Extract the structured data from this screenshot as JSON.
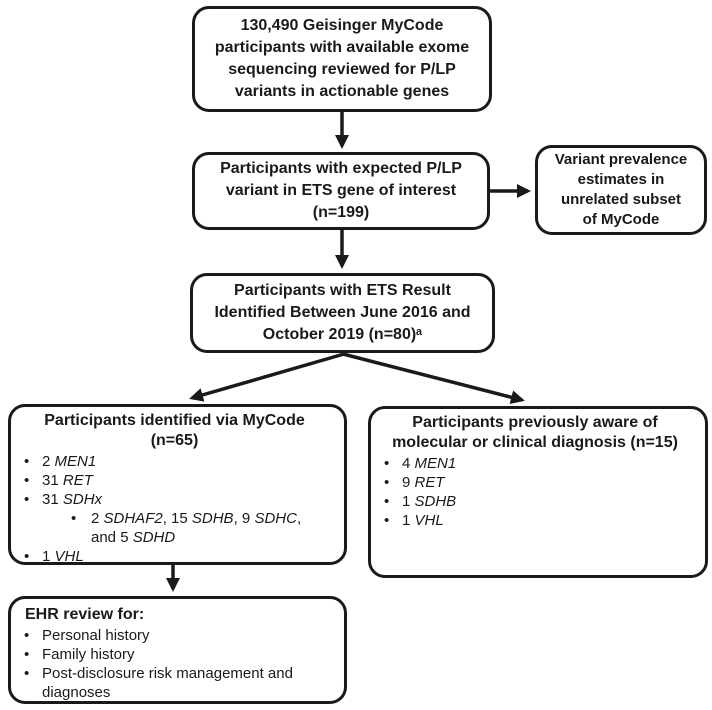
{
  "colors": {
    "line": "#1a1a1a",
    "background": "#ffffff",
    "text": "#1a1a1a"
  },
  "flow": {
    "box_top": {
      "lines": [
        "130,490 Geisinger MyCode",
        "participants with available exome",
        "sequencing reviewed for P/LP",
        "variants in actionable genes"
      ]
    },
    "box_expected_variant": {
      "lines": [
        "Participants with expected P/LP",
        "variant in ETS gene of interest",
        "(n=199)"
      ]
    },
    "box_prevalence": {
      "lines": [
        "Variant prevalence",
        "estimates in",
        "unrelated subset",
        "of MyCode"
      ]
    },
    "box_ets_result": {
      "lines": [
        "Participants with ETS Result",
        "Identified Between June 2016 and",
        "October 2019 (n=80)ᵃ"
      ]
    },
    "box_mycode_identified": {
      "title_lines": [
        "Participants identified via MyCode",
        "(n=65)"
      ],
      "bullets": [
        {
          "level": 1,
          "segments": [
            {
              "t": "2 "
            },
            {
              "t": "MEN1",
              "i": true
            }
          ]
        },
        {
          "level": 1,
          "segments": [
            {
              "t": "31 "
            },
            {
              "t": "RET",
              "i": true
            }
          ]
        },
        {
          "level": 1,
          "segments": [
            {
              "t": "31 "
            },
            {
              "t": "SDHx",
              "i": true
            }
          ]
        },
        {
          "level": 2,
          "segments": [
            {
              "t": "2 "
            },
            {
              "t": "SDHAF2",
              "i": true
            },
            {
              "t": ", 15 "
            },
            {
              "t": "SDHB",
              "i": true
            },
            {
              "t": ", 9 "
            },
            {
              "t": "SDHC",
              "i": true
            },
            {
              "t": ",\nand 5 "
            },
            {
              "t": "SDHD",
              "i": true
            }
          ]
        },
        {
          "level": 1,
          "segments": [
            {
              "t": "1 "
            },
            {
              "t": "VHL",
              "i": true
            }
          ]
        }
      ]
    },
    "box_previously_aware": {
      "title_lines": [
        "Participants previously aware of",
        "molecular or clinical diagnosis (n=15)"
      ],
      "bullets": [
        {
          "level": 1,
          "segments": [
            {
              "t": "4 "
            },
            {
              "t": "MEN1",
              "i": true
            }
          ]
        },
        {
          "level": 1,
          "segments": [
            {
              "t": "9 "
            },
            {
              "t": "RET",
              "i": true
            }
          ]
        },
        {
          "level": 1,
          "segments": [
            {
              "t": "1 "
            },
            {
              "t": "SDHB",
              "i": true
            }
          ]
        },
        {
          "level": 1,
          "segments": [
            {
              "t": "1 "
            },
            {
              "t": "VHL",
              "i": true
            }
          ]
        }
      ]
    },
    "box_ehr_review": {
      "title": "EHR review for:",
      "bullets": [
        {
          "level": 1,
          "segments": [
            {
              "t": "Personal history"
            }
          ]
        },
        {
          "level": 1,
          "segments": [
            {
              "t": "Family history"
            }
          ]
        },
        {
          "level": 1,
          "segments": [
            {
              "t": "Post-disclosure risk management and diagnoses"
            }
          ]
        }
      ]
    }
  }
}
